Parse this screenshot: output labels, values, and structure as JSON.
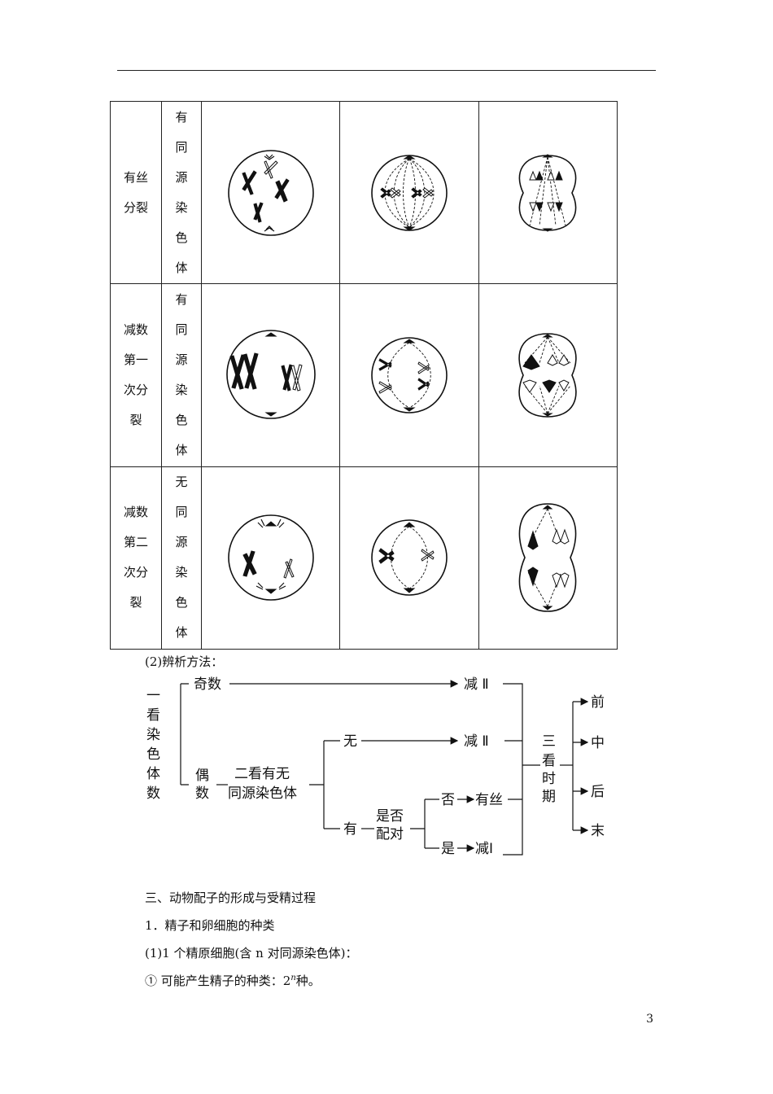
{
  "table": {
    "rows": [
      {
        "phase": "有丝分裂",
        "homologous": "有同源染色体"
      },
      {
        "phase": "减数第一次分裂",
        "homologous": "有同源染色体"
      },
      {
        "phase": "减数第二次分裂",
        "homologous": "无同源染色体"
      }
    ]
  },
  "method_label": "(2)辨析方法：",
  "flow": {
    "step1": "一看染色体数",
    "odd": "奇数",
    "even": "偶数",
    "meiosis2_a": "减 Ⅱ",
    "step2": [
      "二看有无",
      "同源染色体"
    ],
    "none": "无",
    "meiosis2_b": "减 Ⅱ",
    "have": "有",
    "paired": [
      "是否",
      "配对"
    ],
    "no": "否",
    "mitosis": "有丝",
    "yes": "是",
    "meiosis1": "减Ⅰ",
    "step3": "三看时期",
    "stages": [
      "前",
      "中",
      "后",
      "末"
    ]
  },
  "section_title": "三、动物配子的形成与受精过程",
  "sub1": "1．精子和卵细胞的种类",
  "sub1_item1": "(1)1 个精原细胞(含 n 对同源染色体)：",
  "sub1_item1_a_prefix": "① 可能产生精子的种类：2",
  "sub1_item1_a_exp": "n",
  "sub1_item1_a_suffix": "种。",
  "page_number": "3"
}
